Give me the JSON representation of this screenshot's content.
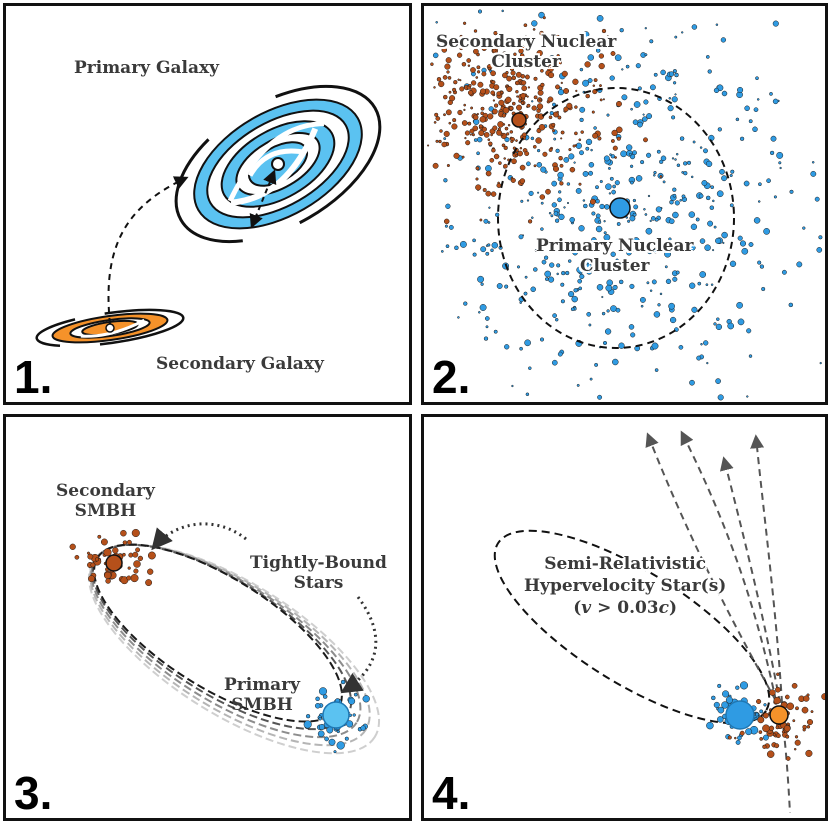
{
  "panel1": {
    "number": "1.",
    "primary_label": "Primary Galaxy",
    "secondary_label": "Secondary Galaxy"
  },
  "panel2": {
    "number": "2.",
    "secondary_label_line1": "Secondary Nuclear",
    "secondary_label_line2": "Cluster",
    "primary_label_line1": "Primary Nuclear",
    "primary_label_line2": "Cluster"
  },
  "panel3": {
    "number": "3.",
    "secondary_label_line1": "Secondary",
    "secondary_label_line2": "SMBH",
    "stars_label_line1": "Tightly-Bound",
    "stars_label_line2": "Stars",
    "primary_label_line1": "Primary",
    "primary_label_line2": "SMBH"
  },
  "panel4": {
    "number": "4.",
    "label_line1": "Semi-Relativistic",
    "label_line2": "Hypervelocity Star(s)",
    "label_line3_pre": "(",
    "label_line3_v": "v",
    "label_line3_mid": " > 0.03",
    "label_line3_c": "c",
    "label_line3_post": ")"
  },
  "colors": {
    "primary_blue": "#5bc2f1",
    "secondary_orange": "#f5922a",
    "star_blue": "#2f9be3",
    "star_brown": "#b5501a",
    "outline": "#111111"
  }
}
